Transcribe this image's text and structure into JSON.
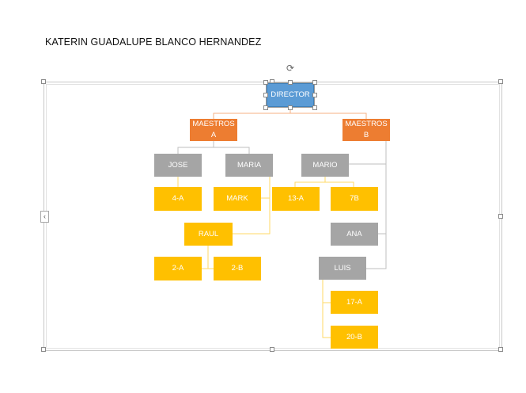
{
  "document": {
    "title": "KATERIN GUADALUPE BLANCO HERNANDEZ"
  },
  "colors": {
    "blue": "#5b9bd5",
    "orange": "#ed7d31",
    "gray": "#a5a5a5",
    "yellow": "#ffc000"
  },
  "icons": {
    "rotate": "rotate-handle-icon",
    "expand": "chevron-left-icon"
  },
  "nodes": {
    "director": "DIRECTOR",
    "maestros_a": "MAESTROS\nA",
    "maestros_b": "MAESTROS\nB",
    "jose": "JOSE",
    "maria": "MARIA",
    "mario": "MARIO",
    "n4a": "4-A",
    "mark": "MARK",
    "n13a": "13-A",
    "n7b": "7B",
    "raul": "RAUL",
    "ana": "ANA",
    "n2a": "2-A",
    "n2b": "2-B",
    "luis": "LUIS",
    "n17a": "17-A",
    "n20b": "20-B"
  }
}
